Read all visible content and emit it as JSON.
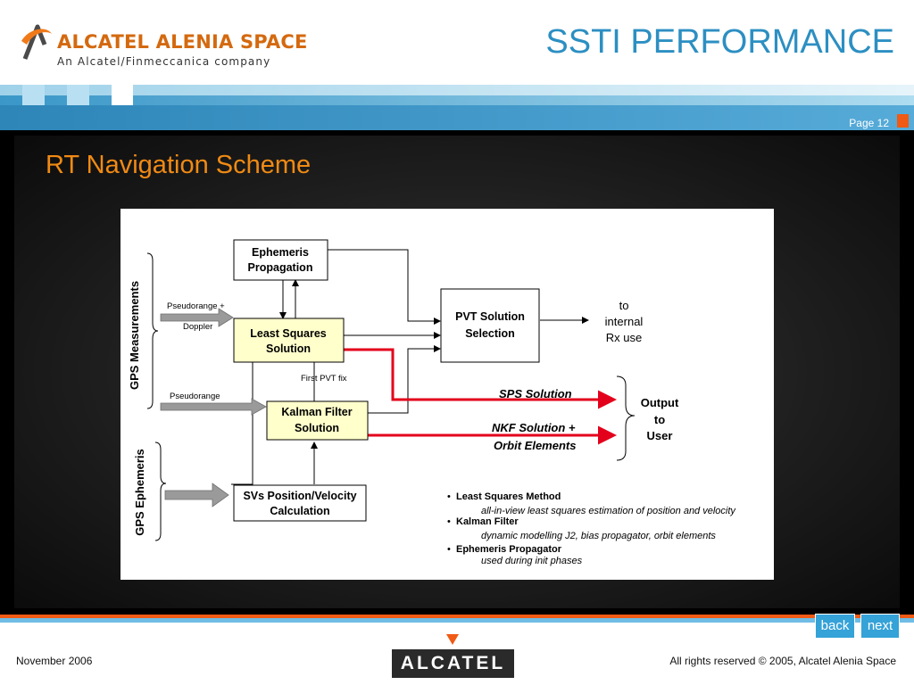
{
  "header": {
    "company_name": "ALCATEL ALENIA SPACE",
    "company_subtitle": "An Alcatel/Finmeccanica company",
    "slide_title": "SSTI PERFORMANCE",
    "page_label": "Page 12"
  },
  "section_title": "RT Navigation Scheme",
  "diagram": {
    "boxes": {
      "ephemeris_line1": "Ephemeris",
      "ephemeris_line2": "Propagation",
      "lsq_line1": "Least Squares",
      "lsq_line2": "Solution",
      "kalman_line1": "Kalman Filter",
      "kalman_line2": "Solution",
      "svs_line1": "SVs Position/Velocity",
      "svs_line2": "Calculation",
      "pvt_line1": "PVT Solution",
      "pvt_line2": "Selection"
    },
    "side_labels": {
      "gps_measurements": "GPS Measurements",
      "gps_ephemeris": "GPS Ephemeris"
    },
    "inputs": {
      "pseudorange_doppler_1": "Pseudorange +",
      "pseudorange_doppler_2": "Doppler",
      "pseudorange": "Pseudorange",
      "first_pvt_fix": "First PVT fix"
    },
    "outputs": {
      "to_1": "to",
      "to_2": "internal",
      "to_3": "Rx use",
      "sps": "SPS Solution",
      "nkf_1": "NKF Solution +",
      "nkf_2": "Orbit Elements",
      "output_1": "Output",
      "output_2": "to",
      "output_3": "User"
    },
    "notes": [
      {
        "term": "Least Squares Method",
        "desc": "all-in-view least squares estimation of position and velocity"
      },
      {
        "term": "Kalman Filter",
        "desc": "dynamic modelling J2, bias propagator, orbit elements"
      },
      {
        "term": "Ephemeris Propagator",
        "desc": "used during init phases"
      }
    ],
    "colors": {
      "box_fill": "#ffffcc",
      "red_line": "#e3001b",
      "gray_arrow": "#9a9a9a"
    }
  },
  "nav": {
    "back": "back",
    "next": "next"
  },
  "footer": {
    "date": "November 2006",
    "brand": "ALCATEL",
    "rights": "All rights reserved © 2005, Alcatel Alenia Space"
  }
}
